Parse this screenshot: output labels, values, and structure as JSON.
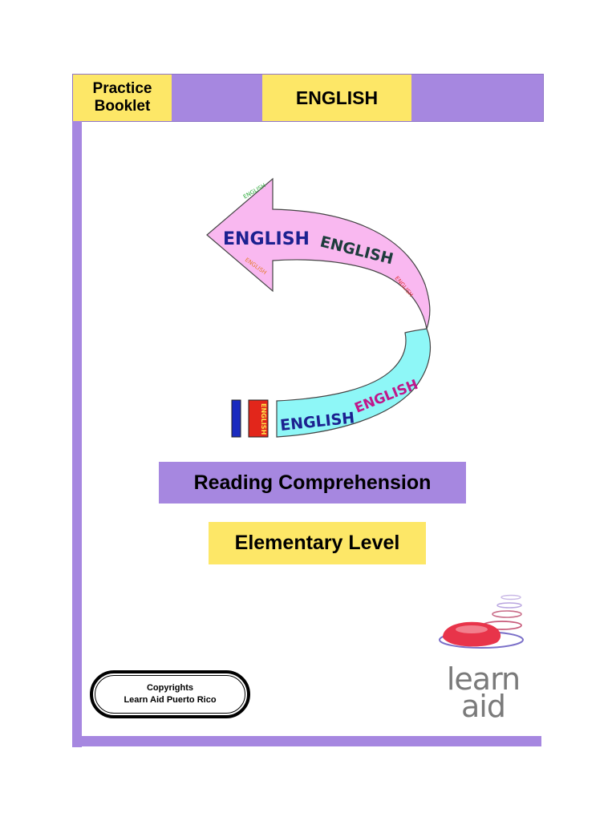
{
  "header": {
    "booklet_line1": "Practice",
    "booklet_line2": "Booklet",
    "subject": "ENGLISH"
  },
  "graphic": {
    "arrow_words": [
      "ENGLISH",
      "ENGLISH",
      "ENGLISH",
      "ENGLISH",
      "ENGLISH",
      "ENGLISH",
      "ENGLISH",
      "ENGLISH"
    ],
    "arrow_top_color": "#f9b8f0",
    "arrow_bottom_color": "#8ef7f7",
    "box_blue_color": "#1a2bbf",
    "box_red_color": "#e2261b"
  },
  "title": "Reading Comprehension",
  "level": "Elementary Level",
  "copyright": {
    "line1": "Copyrights",
    "line2": "Learn Aid  Puerto Rico"
  },
  "logo": {
    "word1": "learn",
    "word2": "aid"
  },
  "colors": {
    "purple": "#a687e0",
    "yellow": "#fde767"
  }
}
